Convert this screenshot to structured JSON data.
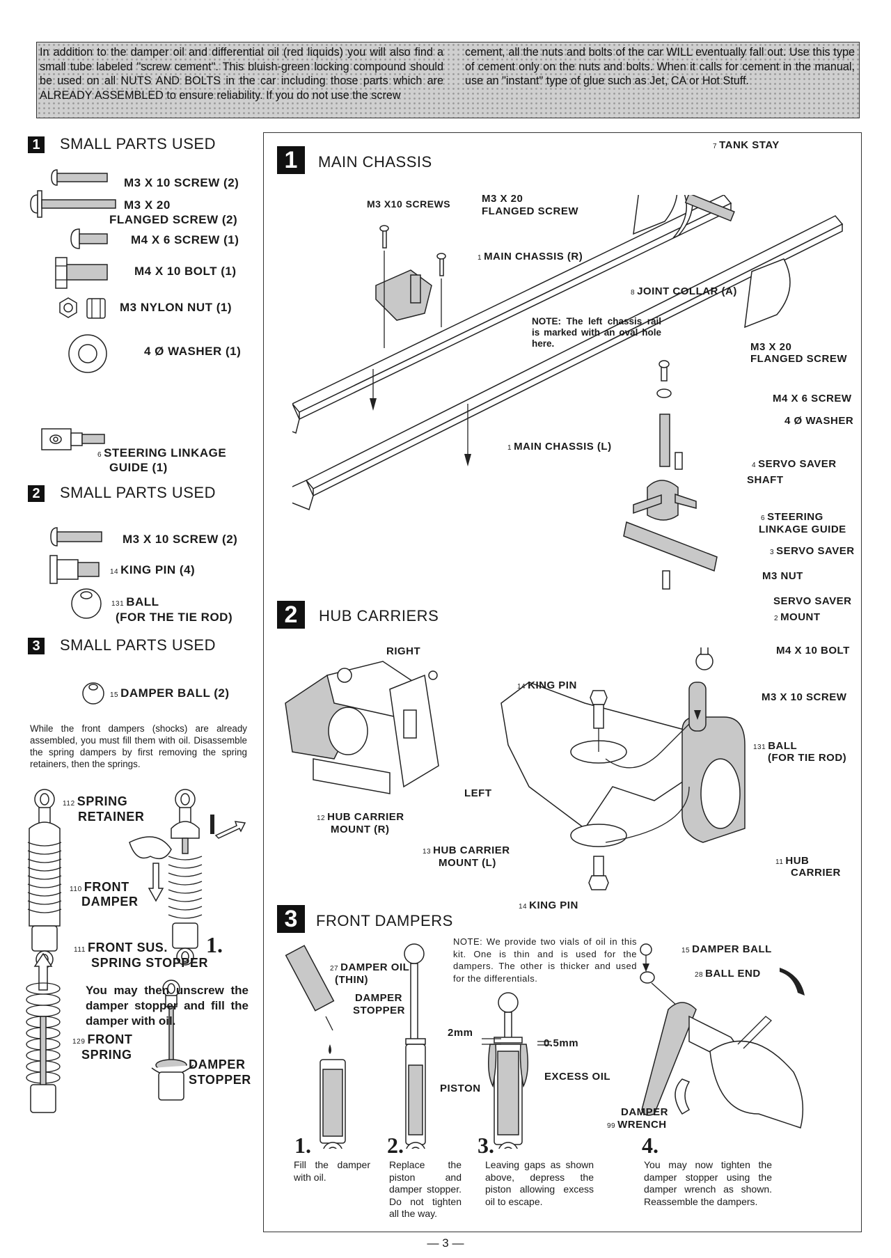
{
  "notice": {
    "left_text": "In addition to the damper oil and differential oil (red liquids) you will also find a small tube labeled \"screw cement\". This bluish-green locking compound should be used on all NUTS AND BOLTS in the car including those parts which are ALREADY ASSEMBLED to ensure reliability. If you do not use the screw",
    "right_text": "cement, all the nuts and bolts of the car WILL eventually fall out. Use this type of cement only on the nuts and bolts. When it calls for cement in the manual, use an \"instant\" type of glue such as Jet, CA or Hot Stuff."
  },
  "parts_sections": [
    {
      "number": "1",
      "title": "SMALL PARTS USED",
      "items": [
        {
          "icon": "screw-icon",
          "part_no": "",
          "label": "M3 X 10 SCREW (2)"
        },
        {
          "icon": "flanged-screw-icon",
          "part_no": "",
          "label": "M3 X 20",
          "label2": "FLANGED SCREW (2)"
        },
        {
          "icon": "screw-icon",
          "part_no": "",
          "label": "M4 X 6 SCREW (1)"
        },
        {
          "icon": "hex-bolt-icon",
          "part_no": "",
          "label": "M4 X 10 BOLT (1)"
        },
        {
          "icon": "nylon-nut-icon",
          "part_no": "",
          "label": "M3 NYLON NUT (1)"
        },
        {
          "icon": "washer-icon",
          "part_no": "",
          "label": "4 Ø WASHER (1)"
        },
        {
          "icon": "linkage-guide-icon",
          "part_no": "6",
          "label": "STEERING LINKAGE",
          "label2": "GUIDE (1)"
        }
      ]
    },
    {
      "number": "2",
      "title": "SMALL PARTS USED",
      "items": [
        {
          "icon": "screw-icon",
          "part_no": "",
          "label": "M3 X 10 SCREW (2)"
        },
        {
          "icon": "king-pin-icon",
          "part_no": "14",
          "label": "KING PIN (4)"
        },
        {
          "icon": "ball-icon",
          "part_no": "131",
          "label": "BALL",
          "label2": "(FOR THE TIE ROD)"
        }
      ]
    },
    {
      "number": "3",
      "title": "SMALL PARTS USED",
      "items": [
        {
          "icon": "damper-ball-icon",
          "part_no": "15",
          "label": "DAMPER BALL (2)"
        }
      ]
    }
  ],
  "damper_intro": "While the front dampers (shocks) are already assembled, you must fill them with oil. Disassemble the spring dampers by first removing the spring retainers, then the springs.",
  "damper_left_labels": {
    "spring_retainer_no": "112",
    "spring_retainer": "SPRING",
    "spring_retainer2": "RETAINER",
    "front_damper_no": "110",
    "front_damper": "FRONT",
    "front_damper2": "DAMPER",
    "spring_stopper_no": "111",
    "spring_stopper": "FRONT SUS.",
    "spring_stopper2": "SPRING STOPPER",
    "step1": "1.",
    "unscrew_text": "You may then unscrew the damper stopper and fill the damper with oil.",
    "front_spring_no": "129",
    "front_spring": "FRONT",
    "front_spring2": "SPRING",
    "damper_stopper": "DAMPER",
    "damper_stopper2": "STOPPER"
  },
  "steps": [
    {
      "number": "1",
      "title": "MAIN CHASSIS",
      "labels": {
        "tank_stay_no": "7",
        "tank_stay": "TANK STAY",
        "m3x10_screws": "M3 X10 SCREWS",
        "m3x20_a": "M3 X 20",
        "m3x20_b": "FLANGED SCREW",
        "main_chassis_r_no": "1",
        "main_chassis_r": "MAIN CHASSIS (R)",
        "joint_collar_no": "8",
        "joint_collar": "JOINT COLLAR (A)",
        "note": "NOTE: The left chassis rail is marked with an oval hole here.",
        "m3x20_right_a": "M3 X 20",
        "m3x20_right_b": "FLANGED SCREW",
        "m4x6": "M4 X 6 SCREW",
        "washer": "4 Ø WASHER",
        "main_chassis_l_no": "1",
        "main_chassis_l": "MAIN CHASSIS (L)",
        "servo_shaft_no": "4",
        "servo_shaft": "SERVO SAVER",
        "servo_shaft2": "SHAFT",
        "linkage_no": "6",
        "linkage": "STEERING",
        "linkage2": "LINKAGE GUIDE",
        "servo_saver_no": "3",
        "servo_saver": "SERVO SAVER",
        "m3_nut": "M3 NUT",
        "servo_mount": "SERVO SAVER",
        "servo_mount_no": "2",
        "servo_mount2": "MOUNT",
        "m4x10": "M4 X 10 BOLT"
      }
    },
    {
      "number": "2",
      "title": "HUB CARRIERS",
      "labels": {
        "right": "RIGHT",
        "hub_mount_r_no": "12",
        "hub_mount_r": "HUB CARRIER",
        "hub_mount_r2": "MOUNT (R)",
        "king_pin_top_no": "14",
        "king_pin_top": "KING PIN",
        "left": "LEFT",
        "hub_mount_l_no": "13",
        "hub_mount_l": "HUB CARRIER",
        "hub_mount_l2": "MOUNT (L)",
        "king_pin_bottom_no": "14",
        "king_pin_bottom": "KING PIN",
        "m3x10": "M3 X 10 SCREW",
        "ball_no": "131",
        "ball": "BALL",
        "ball2": "(FOR TIE ROD)",
        "hub_carrier_no": "11",
        "hub_carrier": "HUB",
        "hub_carrier2": "CARRIER"
      }
    },
    {
      "number": "3",
      "title": "FRONT DAMPERS",
      "labels": {
        "damper_oil_no": "27",
        "damper_oil": "DAMPER OIL",
        "damper_oil2": "(THIN)",
        "damper_stopper": "DAMPER",
        "damper_stopper2": "STOPPER",
        "note": "NOTE: We provide two vials of oil in this kit. One is thin and is used for the dampers. The other is thicker and used for the differentials.",
        "gap_2mm": "2mm",
        "gap_05mm": "0.5mm",
        "piston": "PISTON",
        "excess_oil": "EXCESS OIL",
        "damper_ball_no": "15",
        "damper_ball": "DAMPER BALL",
        "ball_end_no": "28",
        "ball_end": "BALL END",
        "wrench_no": "99",
        "wrench": "DAMPER",
        "wrench2": "WRENCH"
      },
      "substeps": [
        {
          "number": "1.",
          "text": "Fill the damper with oil."
        },
        {
          "number": "2.",
          "text": "Replace the piston and damper stopper. Do not tighten all the way."
        },
        {
          "number": "3.",
          "text": "Leaving gaps as shown above, depress the piston allowing excess oil to escape."
        },
        {
          "number": "4.",
          "text": "You may now tighten the damper stopper using the damper wrench as shown. Reassemble the dampers."
        }
      ]
    }
  ],
  "page_number": "— 3 —"
}
